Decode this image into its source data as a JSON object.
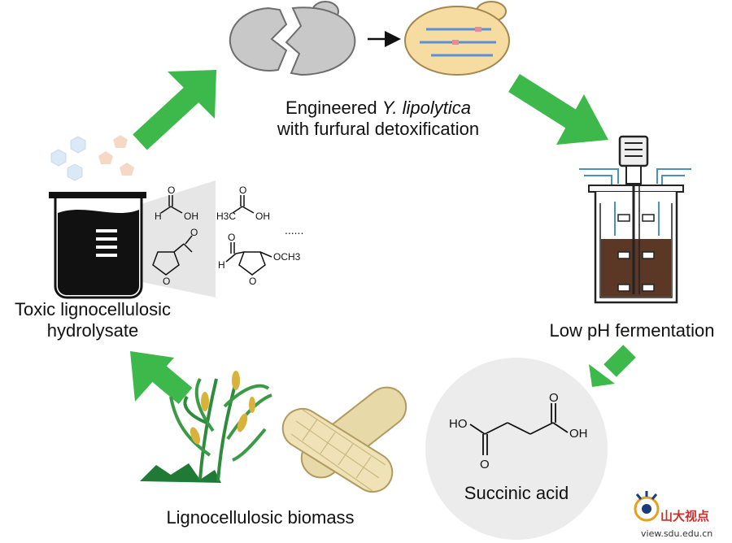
{
  "labels": {
    "engineered_prefix": "Engineered ",
    "engineered_species": "Y. lipolytica",
    "engineered_line2": "with furfural detoxification",
    "fermentation": "Low pH fermentation",
    "product": "Succinic acid",
    "biomass": "Lignocellulosic biomass",
    "hydrolysate_line1": "Toxic lignocellulosic",
    "hydrolysate_line2": "hydrolysate"
  },
  "chemistry": {
    "formic_oh": "OH",
    "formic_h": "H",
    "formic_o": "O",
    "acetic_ch3": "H3C",
    "acetic_oh": "OH",
    "acetic_o": "O",
    "ellipsis": "......",
    "furfural_o_ring": "O",
    "furfural_o": "O",
    "mmf_h": "H",
    "mmf_o": "O",
    "mmf_o_ring": "O",
    "mmf_och3": "OCH3",
    "succinic_ho": "HO",
    "succinic_oh": "OH",
    "succinic_o1": "O",
    "succinic_o2": "O"
  },
  "watermark": {
    "text": "山大视点",
    "url": "view.sdu.edu.cn"
  },
  "colors": {
    "arrow_green": "#3cb94a",
    "cell_gray": "#c8c8c8",
    "cell_yellow": "#f6dca0",
    "dna_blue": "#5b8fd6",
    "broth_brown": "#5a3825",
    "product_circle": "#ececec"
  }
}
